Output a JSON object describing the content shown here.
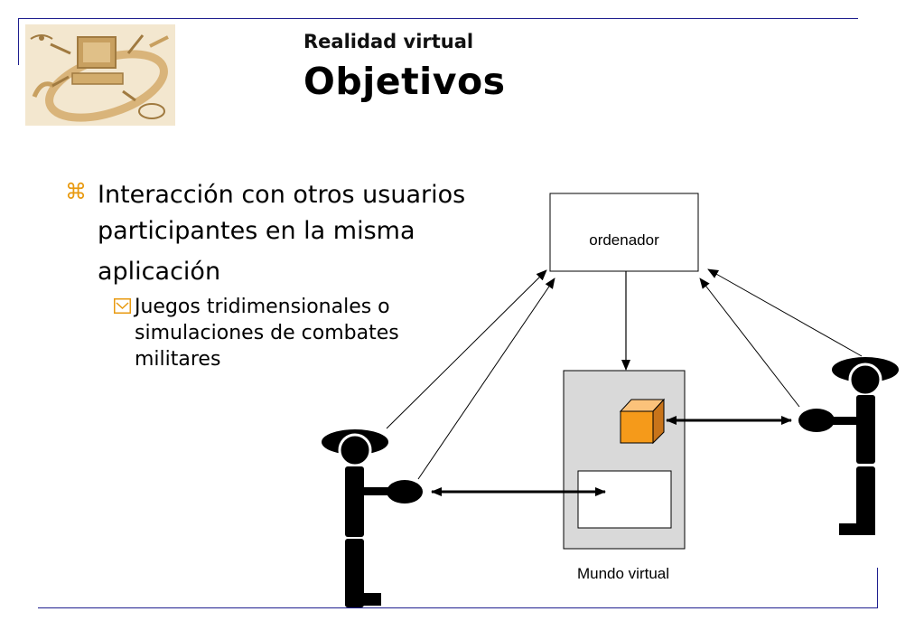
{
  "header": {
    "subtitle": "Realidad virtual",
    "title": "Objetivos"
  },
  "bullets": {
    "level1": {
      "marker": "⌘",
      "line1": "Interacción con otros usuarios",
      "line2": "participantes en la misma",
      "line3": "aplicación"
    },
    "level2": {
      "line1": "Juegos tridimensionales o",
      "line2": "simulaciones de combates",
      "line3": "militares"
    }
  },
  "diagram": {
    "computer_label": "ordenador",
    "world_label": "Mundo virtual"
  },
  "colors": {
    "rule": "#1f1f8f",
    "bullet_marker": "#e89a10",
    "cube_front": "#f59a1a",
    "world_bg": "#d9d9d9"
  }
}
